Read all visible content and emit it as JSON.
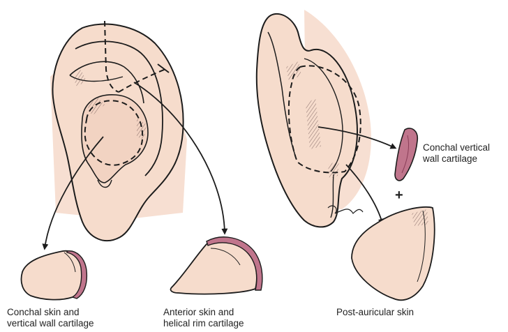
{
  "colors": {
    "skin": "#f7dfd2",
    "skin_edge": "#f1cebd",
    "cartilage": "#c0758c",
    "cartilage_dark": "#8a3e58",
    "ink": "#1c1c1c"
  },
  "labels": {
    "conchal_graft": {
      "line1": "Conchal skin and",
      "line2": "vertical wall cartilage"
    },
    "anterior_graft": {
      "line1": "Anterior skin and",
      "line2": "helical rim cartilage"
    },
    "postauricular_graft": {
      "line1": "Post-auricular skin"
    },
    "conchal_cartilage": {
      "line1": "Conchal vertical",
      "line2": "wall cartilage"
    },
    "plus": "+"
  }
}
